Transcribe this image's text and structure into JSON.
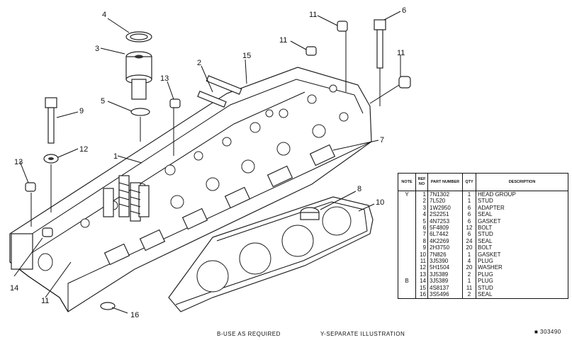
{
  "callouts": [
    "1",
    "2",
    "3",
    "4",
    "5",
    "6",
    "7",
    "8",
    "9",
    "10",
    "11",
    "12",
    "13",
    "14",
    "15",
    "16"
  ],
  "table": {
    "headers": [
      "NOTE",
      "REF NO",
      "PART NUMBER",
      "QTY",
      "DESCRIPTION"
    ],
    "rows": [
      {
        "note": "Y",
        "ref": "1",
        "part": "7N1302",
        "qty": "1",
        "desc": "HEAD    GROUP"
      },
      {
        "note": "",
        "ref": "2",
        "part": "7L520",
        "qty": "1",
        "desc": "STUD"
      },
      {
        "note": "",
        "ref": "3",
        "part": "1W2950",
        "qty": "6",
        "desc": "ADAPTER"
      },
      {
        "note": "",
        "ref": "4",
        "part": "2S2251",
        "qty": "6",
        "desc": "SEAL"
      },
      {
        "note": "",
        "ref": "5",
        "part": "4N7253",
        "qty": "6",
        "desc": "GASKET"
      },
      {
        "note": "",
        "ref": "6",
        "part": "5F4809",
        "qty": "12",
        "desc": "BOLT"
      },
      {
        "note": "",
        "ref": "7",
        "part": "6L7442",
        "qty": "6",
        "desc": "STUD"
      },
      {
        "note": "",
        "ref": "8",
        "part": "4K2269",
        "qty": "24",
        "desc": "SEAL"
      },
      {
        "note": "",
        "ref": "9",
        "part": "2H3750",
        "qty": "20",
        "desc": "BOLT"
      },
      {
        "note": "",
        "ref": "10",
        "part": "7N826",
        "qty": "1",
        "desc": "GASKET"
      },
      {
        "note": "",
        "ref": "11",
        "part": "3J5390",
        "qty": "4",
        "desc": "PLUG"
      },
      {
        "note": "",
        "ref": "12",
        "part": "5H1504",
        "qty": "20",
        "desc": "WASHER"
      },
      {
        "note": "",
        "ref": "13",
        "part": "3J5389",
        "qty": "2",
        "desc": "PLUG"
      },
      {
        "note": "B",
        "ref": "14",
        "part": "3J5389",
        "qty": "1",
        "desc": "PLUG"
      },
      {
        "note": "",
        "ref": "15",
        "part": "4S8137",
        "qty": "11",
        "desc": "STUD"
      },
      {
        "note": "",
        "ref": "16",
        "part": "3S5496",
        "qty": "2",
        "desc": "SEAL"
      }
    ]
  },
  "footer": {
    "note_b": "B-USE    AS    REQUIRED",
    "note_y": "Y-SEPARATE    ILLUSTRATION",
    "figure_id": "■ 303490"
  }
}
